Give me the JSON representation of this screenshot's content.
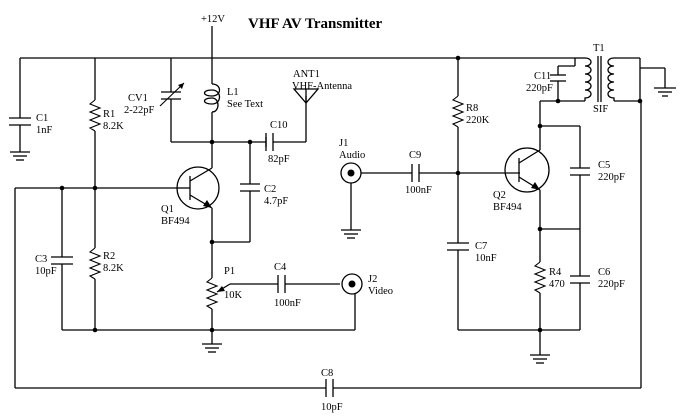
{
  "title": "VHF AV Transmitter",
  "supply": "+12V",
  "components": {
    "c1": {
      "ref": "C1",
      "value": "1nF"
    },
    "r1": {
      "ref": "R1",
      "value": "8.2K"
    },
    "cv1": {
      "ref": "CV1",
      "value": "2-22pF"
    },
    "l1": {
      "ref": "L1",
      "value": "See Text"
    },
    "ant1": {
      "ref": "ANT1",
      "value": "VHF-Antenna"
    },
    "c10": {
      "ref": "C10",
      "value": "82pF"
    },
    "c2": {
      "ref": "C2",
      "value": "4.7pF"
    },
    "q1": {
      "ref": "Q1",
      "value": "BF494"
    },
    "c3": {
      "ref": "C3",
      "value": "10pF"
    },
    "r2": {
      "ref": "R2",
      "value": "8.2K"
    },
    "p1": {
      "ref": "P1",
      "value": "10K"
    },
    "c4": {
      "ref": "C4",
      "value": "100nF"
    },
    "j2": {
      "ref": "J2",
      "value": "Video"
    },
    "j1": {
      "ref": "J1",
      "value": "Audio"
    },
    "c9": {
      "ref": "C9",
      "value": "100nF"
    },
    "r8": {
      "ref": "R8",
      "value": "220K"
    },
    "c7": {
      "ref": "C7",
      "value": "10nF"
    },
    "q2": {
      "ref": "Q2",
      "value": "BF494"
    },
    "c11": {
      "ref": "C11",
      "value": "220pF"
    },
    "t1": {
      "ref": "T1",
      "value": "SIF"
    },
    "c5": {
      "ref": "C5",
      "value": "220pF"
    },
    "r4": {
      "ref": "R4",
      "value": "470"
    },
    "c6": {
      "ref": "C6",
      "value": "220pF"
    },
    "c8": {
      "ref": "C8",
      "value": "10pF"
    }
  }
}
